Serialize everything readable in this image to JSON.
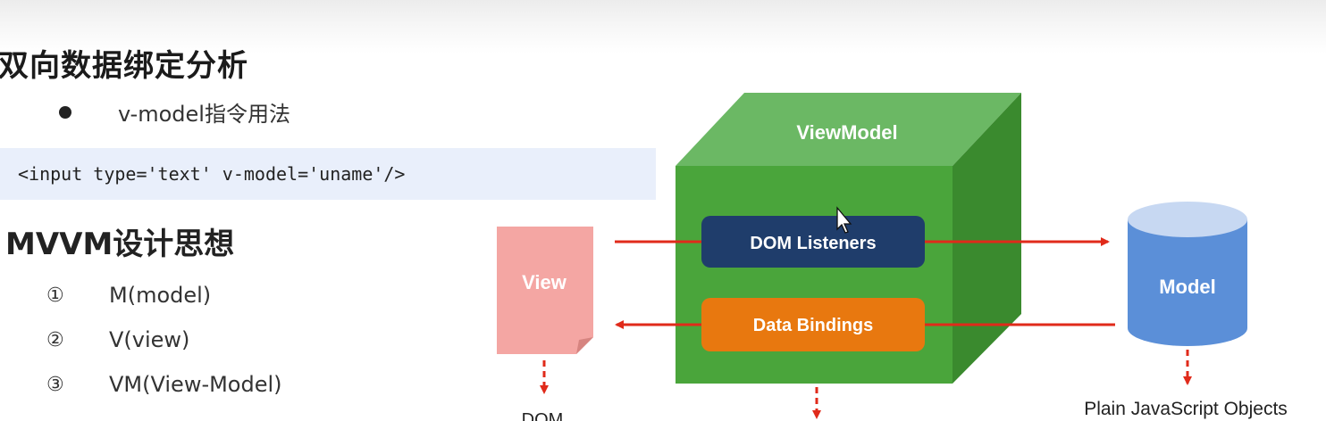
{
  "headings": {
    "binding_title": "双向数据绑定分析",
    "mvvm_title": "MVVM设计思想"
  },
  "bullet": {
    "text": "v-model指令用法"
  },
  "code": {
    "line": "<input type='text' v-model='uname'/>"
  },
  "mvvm_list": [
    {
      "mark": "①",
      "text": "M(model)"
    },
    {
      "mark": "②",
      "text": "V(view)"
    },
    {
      "mark": "③",
      "text": "VM(View-Model)"
    }
  ],
  "diagram": {
    "viewmodel_label": "ViewModel",
    "dom_listeners_label": "DOM Listeners",
    "data_bindings_label": "Data Bindings",
    "view_label": "View",
    "model_label": "Model",
    "dom_caption": "DOM",
    "plain_objects_caption": "Plain JavaScript Objects",
    "colors": {
      "cube_front": "#4aa53b",
      "cube_top": "#6bb864",
      "cube_side": "#3a8a2e",
      "dom_listeners_box": "#1f3d6b",
      "data_bindings_box": "#e8780f",
      "view_doc": "#f4a6a3",
      "model_cylinder": "#5b8fd8",
      "arrow": "#e02a1a"
    }
  }
}
